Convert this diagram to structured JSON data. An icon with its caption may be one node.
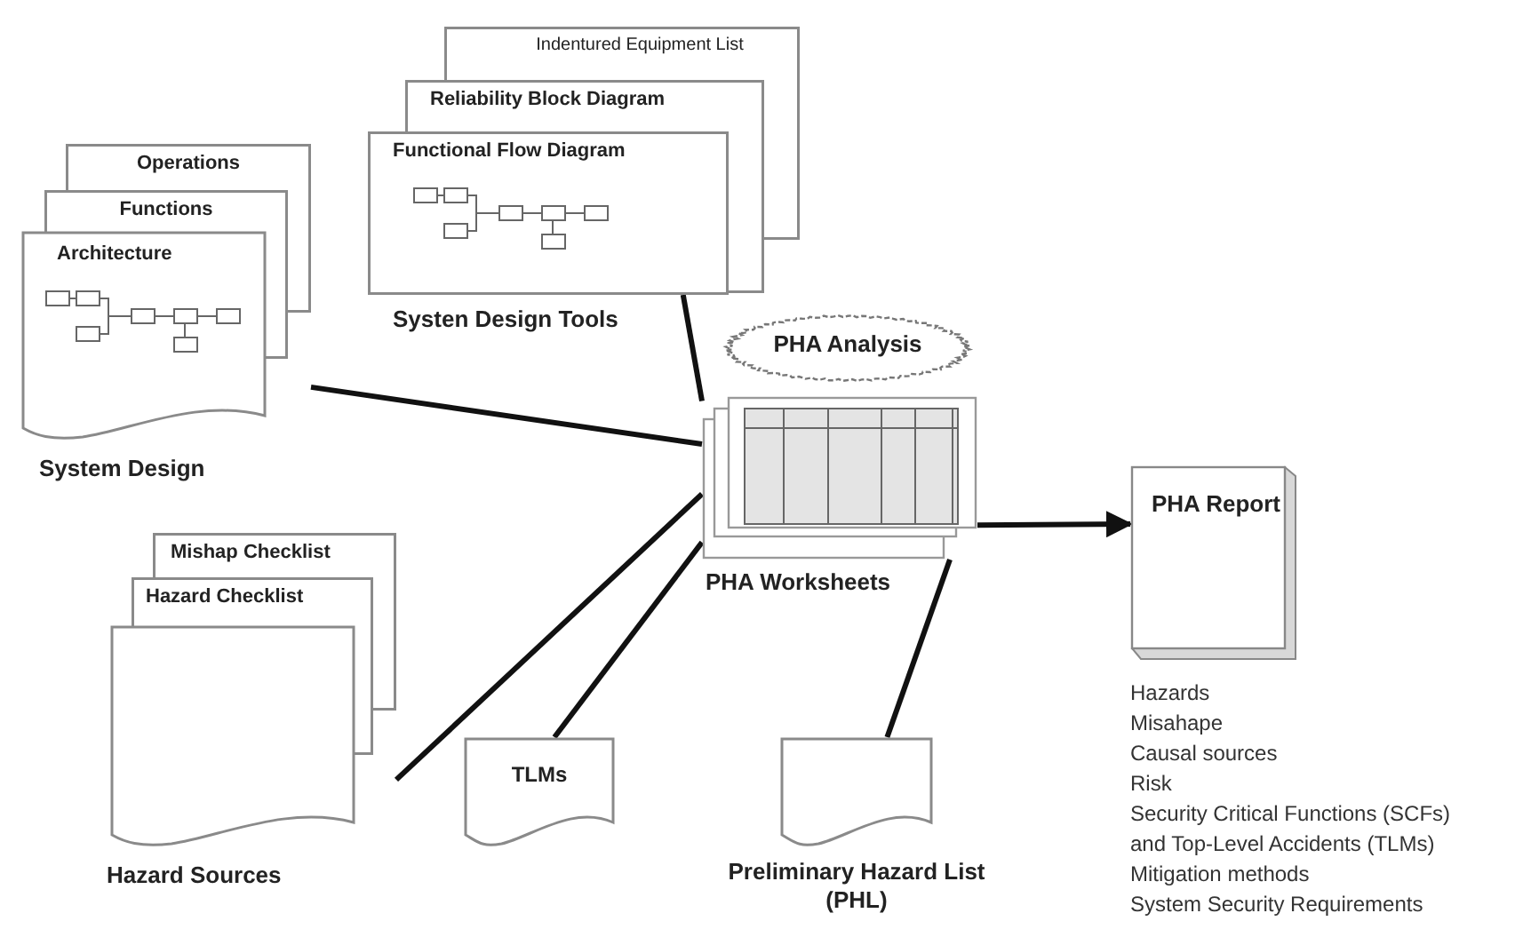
{
  "diagram": {
    "nodes": [
      {
        "text": [
          "Operations",
          "Functions",
          "Architecture"
        ],
        "beside": [
          "System Design"
        ]
      },
      {
        "text": [
          "Indentured Equipment List",
          "Reliability Block Diagram",
          "Functional Flow Diagram"
        ],
        "beside": [
          "Systen Design Tools"
        ]
      },
      {
        "text": [
          "PHA Analysis"
        ]
      },
      {
        "text": [],
        "shape": "box",
        "beside": [
          "PHA Worksheets"
        ]
      },
      {
        "text": [
          "Mishap Checklist",
          "Hazard Checklist"
        ],
        "beside": [
          "Hazard Sources"
        ]
      },
      {
        "text": [
          "TLMs"
        ]
      },
      {
        "text": [],
        "shape": "document",
        "beside": [
          "Preliminary Hazard List (PHL)"
        ]
      },
      {
        "text": [
          "PHA Report"
        ],
        "beside": [
          "Hazards",
          "Misahape",
          "Causal sources",
          "Risk",
          "Security Critical Functions (SCFs)",
          "and Top-Level Accidents (TLMs)",
          "Mitigation methods",
          "System Security Requirements"
        ]
      }
    ],
    "edges": [
      {
        "from": 0,
        "to": 3,
        "arrow": "none"
      },
      {
        "from": 1,
        "to": 3,
        "arrow": "none"
      },
      {
        "from": 4,
        "to": 3,
        "arrow": "none"
      },
      {
        "from": 5,
        "to": 3,
        "arrow": "none"
      },
      {
        "from": 6,
        "to": 3,
        "arrow": "none"
      },
      {
        "from": 3,
        "to": 7,
        "arrow": "to"
      }
    ]
  }
}
